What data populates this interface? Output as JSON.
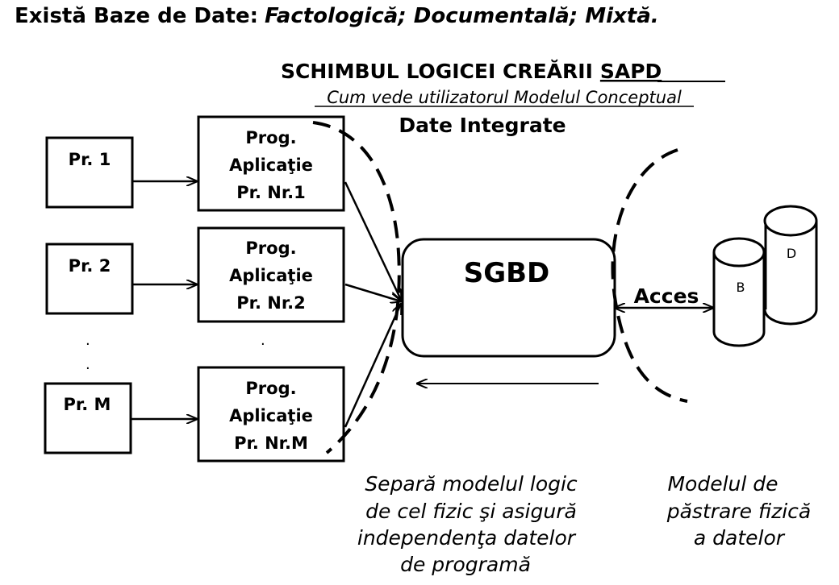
{
  "header": {
    "prefix": "Există Baze de Date:",
    "types": "Factologică; Documentală; Mixtă."
  },
  "title": {
    "main": "SCHIMBUL LOGICEI CREĂRII",
    "acronym": "SAPD",
    "subtitle": "Cum vede utilizatorul Modelul Conceptual",
    "integrated": "Date Integrate"
  },
  "programs": [
    {
      "label": "Pr. 1",
      "app": [
        "Prog.",
        "Aplicaţie",
        "Pr. Nr.1"
      ]
    },
    {
      "label": "Pr. 2",
      "app": [
        "Prog.",
        "Aplicaţie",
        "Pr. Nr.2"
      ]
    },
    {
      "label": "Pr. M",
      "app": [
        "Prog.",
        "Aplicaţie",
        "Pr. Nr.M"
      ]
    }
  ],
  "ellipsis": ".",
  "sgbd": "SGBD",
  "access": "Acces",
  "storage": [
    "B",
    "D"
  ],
  "captions": {
    "left": [
      "Separă modelul logic",
      "de cel fizic şi asigură",
      "independenţa datelor",
      "de programă"
    ],
    "right": [
      "Modelul de",
      "păstrare fizică",
      "a datelor"
    ]
  }
}
